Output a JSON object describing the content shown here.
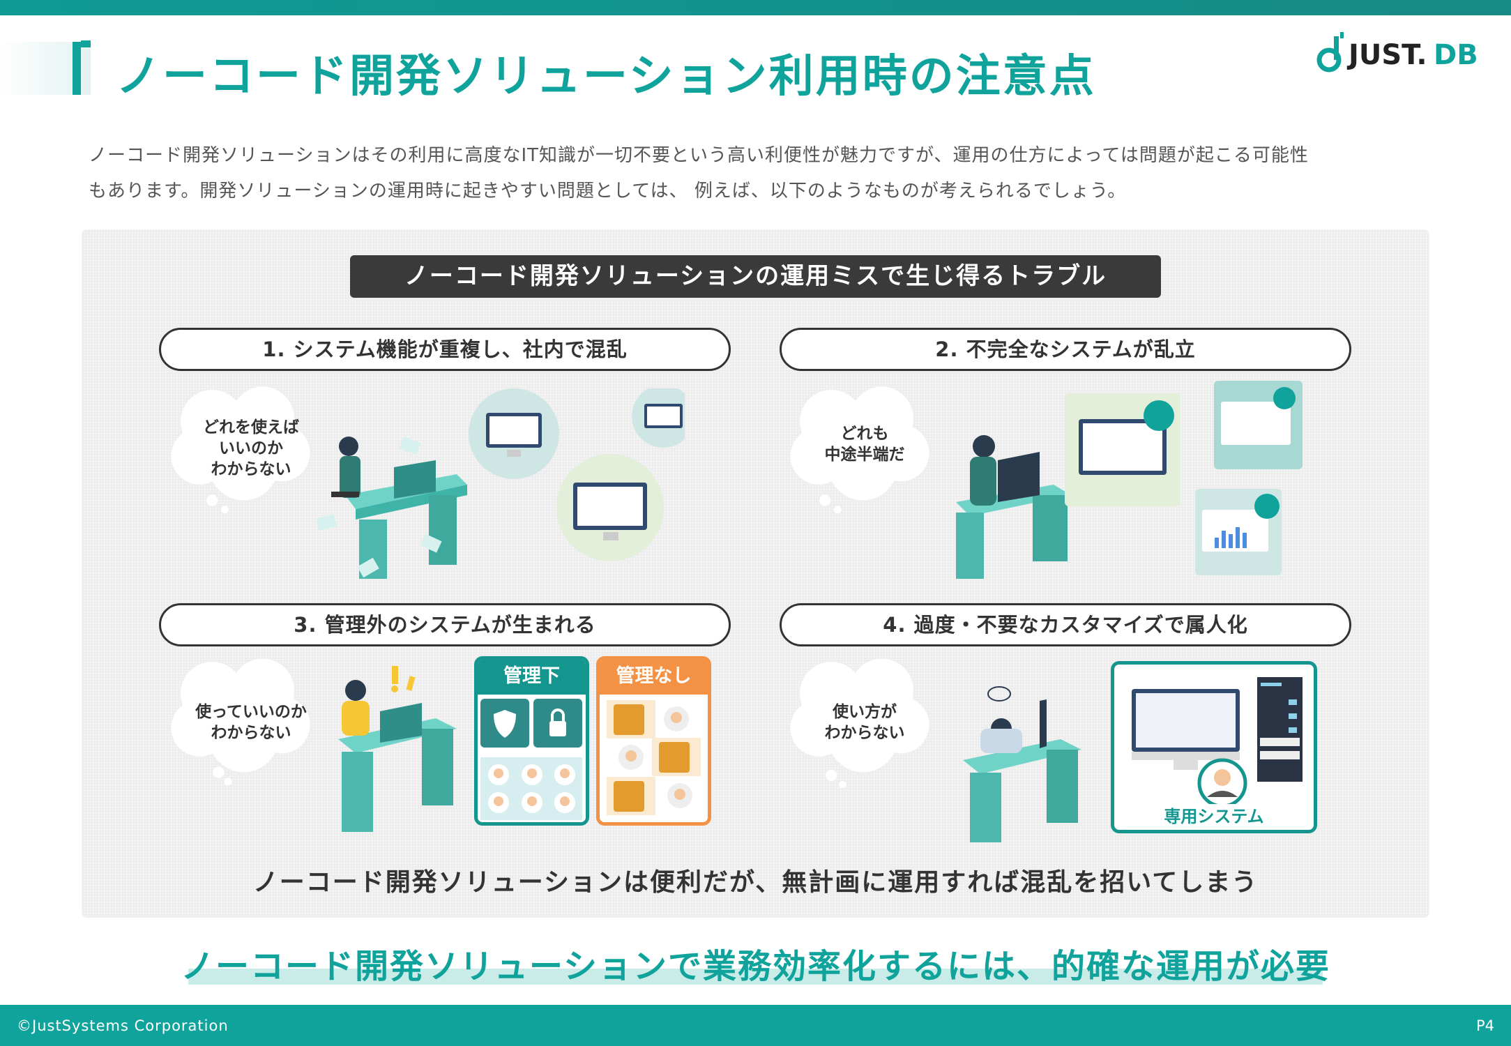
{
  "header": {
    "title": "ノーコード開発ソリューション利用時の注意点",
    "logo_text": "JUST.DB"
  },
  "intro": {
    "line1": "ノーコード開発ソリューションはその利用に高度なIT知識が一切不要という高い利便性が魅力ですが、運用の仕方によっては問題が起こる可能性",
    "line2": "もあります。開発ソリューションの運用時に起きやすい問題としては、 例えば、以下のようなものが考えられるでしょう。"
  },
  "panel": {
    "heading": "ノーコード開発ソリューションの運用ミスで生じ得るトラブル",
    "items": [
      {
        "title": "1. システム機能が重複し、社内で混乱",
        "thought": [
          "どれを使えば",
          "いいのか",
          "わからない"
        ]
      },
      {
        "title": "2. 不完全なシステムが乱立",
        "thought": [
          "どれも",
          "中途半端だ"
        ]
      },
      {
        "title": "3. 管理外のシステムが生まれる",
        "thought": [
          "使っていいのか",
          "わからない"
        ],
        "managed_label": "管理下",
        "unmanaged_label": "管理なし"
      },
      {
        "title": "4. 過度・不要なカスタマイズで属人化",
        "thought": [
          "使い方が",
          "わからない"
        ],
        "dedicated_label": "専用システム"
      }
    ],
    "summary": "ノーコード開発ソリューションは便利だが、無計画に運用すれば混乱を招いてしまう"
  },
  "conclusion": "ノーコード開発ソリューションで業務効率化するには、的確な運用が必要",
  "footer": {
    "copyright": "©JustSystems Corporation",
    "page": "P4"
  },
  "colors": {
    "teal": "#10a39c",
    "orange": "#f39244",
    "dark": "#3a3a3a"
  }
}
